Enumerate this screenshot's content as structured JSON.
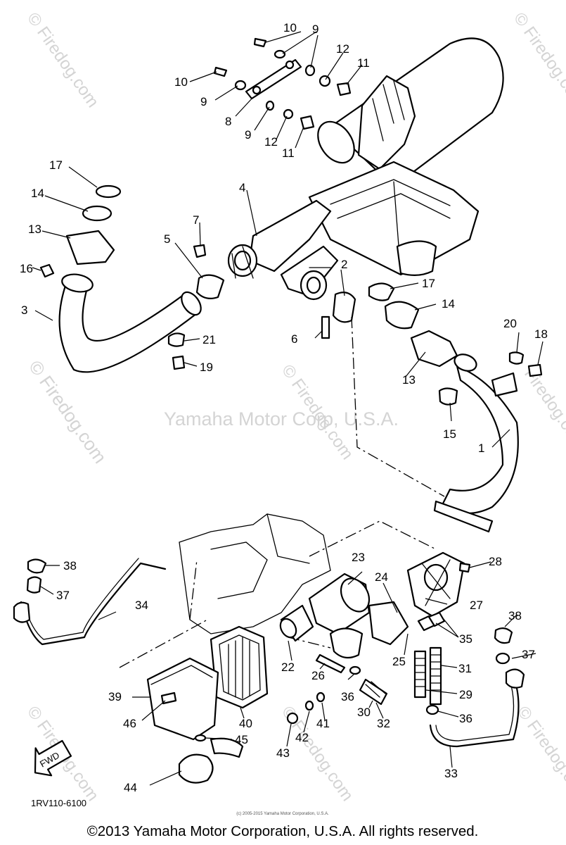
{
  "watermarks": {
    "center": "Yamaha Motor Corp, U.S.A.",
    "site": "© Firedog.com",
    "site_short": "Firedog.com"
  },
  "diagram": {
    "code": "1RV110-6100",
    "fwd_label": "FWD",
    "small_copyright": "(c) 2005-2015 Yamaha Motor Corporation, U.S.A."
  },
  "footer": {
    "copyright": "©2013 Yamaha Motor Corporation, U.S.A. All rights reserved."
  },
  "callouts": [
    "1",
    "2",
    "3",
    "4",
    "5",
    "6",
    "7",
    "8",
    "9",
    "9",
    "9",
    "10",
    "10",
    "11",
    "11",
    "12",
    "12",
    "13",
    "13",
    "14",
    "14",
    "15",
    "16",
    "17",
    "17",
    "18",
    "19",
    "20",
    "21",
    "22",
    "23",
    "24",
    "25",
    "26",
    "27",
    "28",
    "29",
    "30",
    "31",
    "32",
    "33",
    "34",
    "35",
    "36",
    "36",
    "37",
    "37",
    "38",
    "38",
    "39",
    "40",
    "41",
    "42",
    "43",
    "44",
    "45",
    "46"
  ]
}
